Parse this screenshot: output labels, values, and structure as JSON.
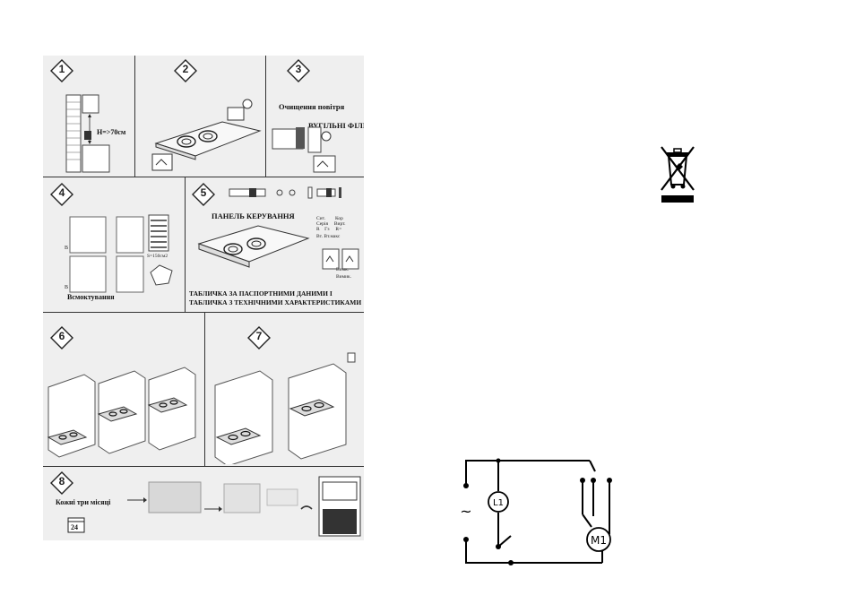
{
  "steps": [
    {
      "n": "1",
      "label": "H=>70см"
    },
    {
      "n": "2"
    },
    {
      "n": "3",
      "title": "Очищення повітря",
      "filters": "ВУГІЛЬНІ ФІЛЬТРИ"
    },
    {
      "n": "4",
      "label": "Всмоктування",
      "vent_size": "S=150см2"
    },
    {
      "n": "5",
      "title": "ПАНЕЛЬ КЕРУВАННЯ",
      "nameplate_line1": "ТАБЛИЧКА ЗА ПАСПОРТНИМИ ДАНИМИ І",
      "nameplate_line2": "ТАБЛИЧКА З ТЕХНІЧНИМИ ХАРАКТЕРИСТИКАМИ"
    },
    {
      "n": "6"
    },
    {
      "n": "7"
    },
    {
      "n": "8",
      "label": "Кожні три місяці",
      "interval": "24"
    }
  ],
  "panel5_legend": {
    "r1a": "Сит.",
    "r1b": "Кор",
    "r2a": "Серія",
    "r2b": "Вирт.",
    "r3a": "R",
    "r3b": "Гз",
    "r3c": "R=",
    "r4": "Вт. Вт.макс",
    "r5a": "Вимк.",
    "r5b": "Вимик."
  },
  "circuit": {
    "lamp": "L1",
    "motor": "M1",
    "ac": "~"
  },
  "icons": [
    "weee-crossed-bin-icon",
    "diamond-step-badge-icon",
    "wiring-schematic"
  ]
}
